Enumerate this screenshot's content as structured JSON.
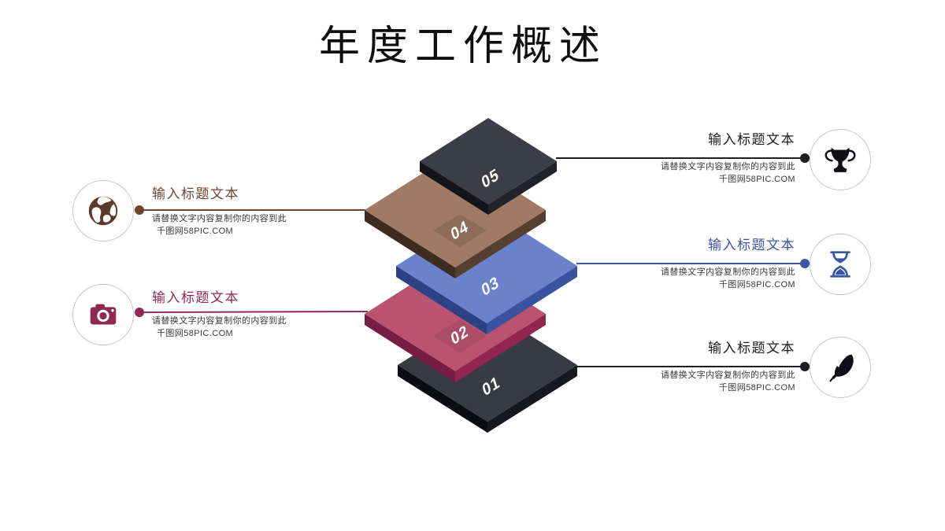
{
  "slide_title": "年度工作概述",
  "background": "#ffffff",
  "body_text_color": "#3a3a3a",
  "stack": {
    "number_color": "#ffffff",
    "layers": [
      {
        "num": "05",
        "top": "#3c3d47",
        "left_side": "#14151a",
        "right_side": "#22232a"
      },
      {
        "num": "04",
        "top": "#a07a65",
        "left_side": "#3e2c21",
        "right_side": "#553f2f"
      },
      {
        "num": "03",
        "top": "#6a82cc",
        "left_side": "#2c4284",
        "right_side": "#3a53a0"
      },
      {
        "num": "02",
        "top": "#ba5271",
        "left_side": "#771c42",
        "right_side": "#93254f"
      },
      {
        "num": "01",
        "top": "#393b42",
        "left_side": "#0b0c0f",
        "right_side": "#17181d"
      }
    ]
  },
  "callouts": [
    {
      "id": "globe",
      "side": "left",
      "icon": "globe-icon",
      "accent": "#6e4433",
      "icon_color": "#5b392b",
      "title": "输入标题文本",
      "body_line1": "请替换文字内容复制你的内容到此",
      "body_line2": "千图网58PIC.COM"
    },
    {
      "id": "camera",
      "side": "left",
      "icon": "camera-icon",
      "accent": "#932854",
      "icon_color": "#8e2950",
      "title": "输入标题文本",
      "body_line1": "请替换文字内容复制你的内容到此",
      "body_line2": "千图网58PIC.COM"
    },
    {
      "id": "trophy",
      "side": "right",
      "icon": "trophy-icon",
      "accent": "#1d1d22",
      "icon_color": "#0f0f15",
      "title": "输入标题文本",
      "body_line1": "请替换文字内容复制你的内容到此",
      "body_line2": "千图网58PIC.COM"
    },
    {
      "id": "hourglass",
      "side": "right",
      "icon": "hourglass-icon",
      "accent": "#3c55a7",
      "icon_color": "#3b53a3",
      "title": "输入标题文本",
      "body_line1": "请替换文字内容复制你的内容到此",
      "body_line2": "千图网58PIC.COM"
    },
    {
      "id": "feather",
      "side": "right",
      "icon": "feather-icon",
      "accent": "#1d1d22",
      "icon_color": "#0f0f15",
      "title": "输入标题文本",
      "body_line1": "请替换文字内容复制你的内容到此",
      "body_line2": "千图网58PIC.COM"
    }
  ]
}
